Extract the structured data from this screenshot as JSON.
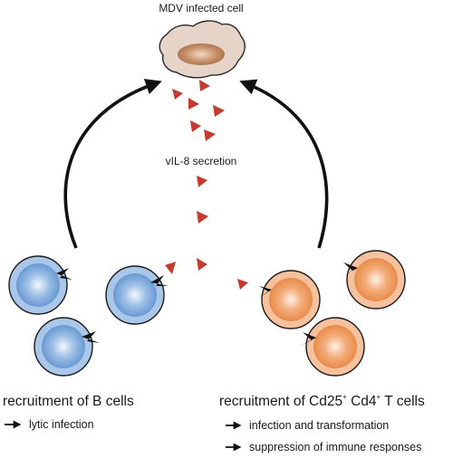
{
  "diagram": {
    "infected_cell_label": "MDV infected cell",
    "secretion_label": "vIL-8 secretion",
    "b_cells": {
      "heading": "recruitment of B cells",
      "bullets": [
        "lytic infection"
      ]
    },
    "t_cells": {
      "heading_prefix": "recruitment of Cd25",
      "heading_sup1": "+",
      "heading_middle": " Cd4",
      "heading_sup2": "+",
      "heading_suffix": " T cells",
      "bullets": [
        "infection and transformation",
        "suppression of  immune responses"
      ]
    },
    "colors": {
      "b_cell_fill": "#6e9fd6",
      "b_cell_ring": "#aac6e8",
      "t_cell_fill": "#ee9254",
      "t_cell_ring": "#f6c29e",
      "infected_cell": "#e6d3c7",
      "nucleus": "#b97e5b",
      "chemokine": "#c43c30",
      "arrow": "#111111"
    },
    "icons": [
      "bullet-arrow-icon",
      "chemokine-triangle-icon",
      "receptor-arrow-icon"
    ]
  }
}
